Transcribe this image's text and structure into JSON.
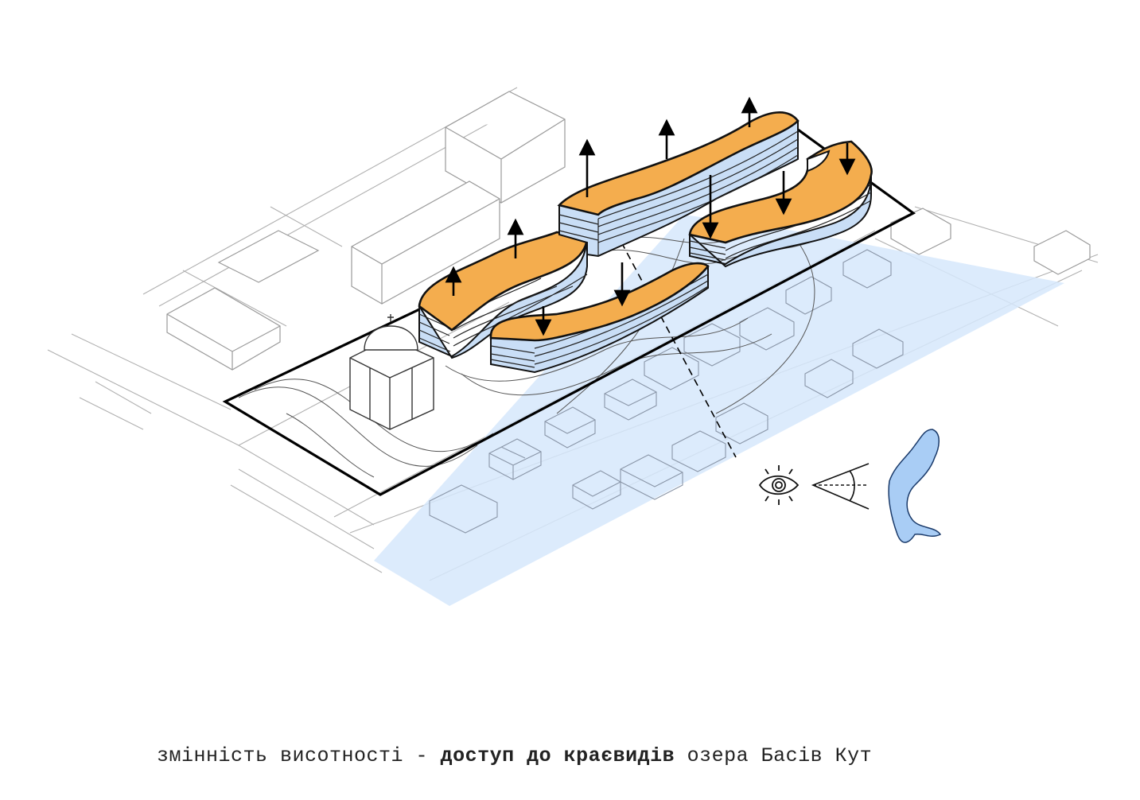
{
  "caption": {
    "part1": "змінність висотності - ",
    "part2_bold": "доступ до краєвидів",
    "part3": " озера Басів Кут"
  },
  "colors": {
    "roof": "#f4ad4e",
    "facade": "#c9def6",
    "view_cone": "#d6e7fb",
    "lake": "#a9cdf5",
    "site_outline": "#000000",
    "context": "#9a9a9a"
  },
  "icons": [
    "eye-icon",
    "view-angle-icon",
    "lake-shape",
    "height-up-arrow",
    "height-down-arrow",
    "church"
  ]
}
